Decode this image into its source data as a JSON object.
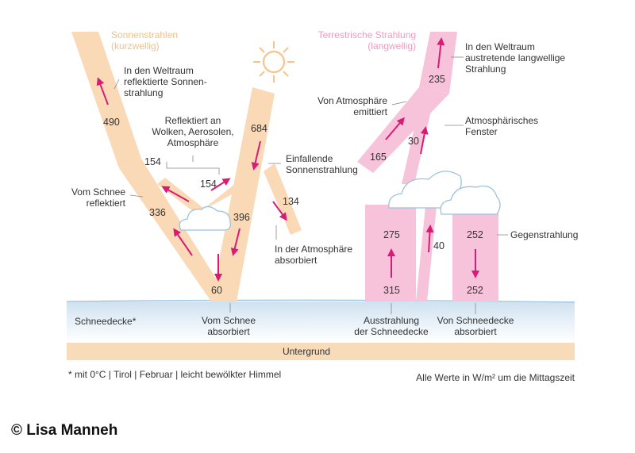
{
  "shortwave": {
    "title": "Sonnenstrahlen",
    "subtitle": "(kurzwellig)",
    "values": {
      "reflected_space": "490",
      "incoming": "684",
      "cloud_left": "154",
      "cloud_right": "154",
      "snow_reflected": "336",
      "to_surface": "396",
      "atmos_absorbed": "134",
      "snow_absorbed": "60"
    },
    "labels": {
      "space_line1": "In den Weltraum",
      "space_line2": "reflektierte Sonnen-",
      "space_line3": "strahlung",
      "clouds_line1": "Reflektiert an",
      "clouds_line2": "Wolken, Aerosolen,",
      "clouds_line3": "Atmosphäre",
      "incoming_line1": "Einfallende",
      "incoming_line2": "Sonnenstrahlung",
      "snow_refl_line1": "Vom Schnee",
      "snow_refl_line2": "reflektiert",
      "atmos_line1": "In der Atmosphäre",
      "atmos_line2": "absorbiert",
      "snow_abs_line1": "Vom Schnee",
      "snow_abs_line2": "absorbiert"
    }
  },
  "longwave": {
    "title": "Terrestrische Strahlung",
    "subtitle": "(langwellig)",
    "values": {
      "to_space": "235",
      "atmos_emitted": "165",
      "window": "30",
      "emission_upper": "275",
      "emission_lower": "315",
      "window_lower": "40",
      "back_upper": "252",
      "back_lower": "252"
    },
    "labels": {
      "space_line1": "In den Weltraum",
      "space_line2": "austretende langwellige",
      "space_line3": "Strahlung",
      "atmos_line1": "Von Atmosphäre",
      "atmos_line2": "emittiert",
      "window_line1": "Atmosphärisches",
      "window_line2": "Fenster",
      "back": "Gegenstrahlung",
      "emission_line1": "Ausstrahlung",
      "emission_line2": "der Schneedecke",
      "absorbed_line1": "Von Schneedecke",
      "absorbed_line2": "absorbiert"
    }
  },
  "ground": {
    "snow_label": "Schneedecke*",
    "underground": "Untergrund"
  },
  "footer": {
    "footnote": "* mit 0°C | Tirol | Februar | leicht bewölkter Himmel",
    "units_note": "Alle Werte in W/m² um die Mittagszeit"
  },
  "copyright": "© Lisa Manneh",
  "colors": {
    "shortwave_band": "#fad9b6",
    "longwave_band": "#f7c3da",
    "arrow": "#d81b74",
    "sun": "#f5c48f",
    "snow_top": "#dce9f3",
    "underground": "#f8dbb9"
  },
  "icons": [
    "sun-icon",
    "cloud-icon"
  ]
}
